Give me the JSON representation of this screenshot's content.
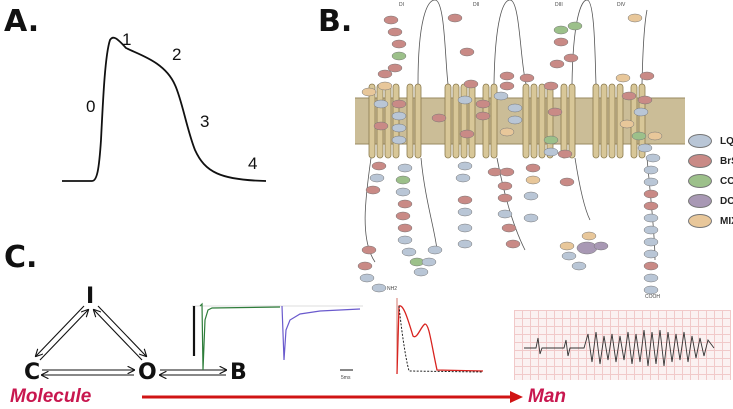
{
  "panels": {
    "a": {
      "label": "A.",
      "phases": [
        "0",
        "1",
        "2",
        "3",
        "4"
      ]
    },
    "b": {
      "label": "B.",
      "domains": [
        "DI",
        "DII",
        "DIII",
        "DIV"
      ],
      "termini": {
        "n": "NH2",
        "c": "COOH"
      },
      "legend": [
        {
          "name": "LQT",
          "color": "#b9c6d6"
        },
        {
          "name": "BrS",
          "color": "#c98a86"
        },
        {
          "name": "CCD",
          "color": "#9cc08a"
        },
        {
          "name": "DCM",
          "color": "#a898b4"
        },
        {
          "name": "MIX",
          "color": "#e8c79a"
        }
      ]
    },
    "c": {
      "label": "C.",
      "states": {
        "i": "I",
        "c": "C",
        "o": "O",
        "b": "B"
      },
      "scale_label": "5ms",
      "from_label": "Molecule",
      "to_label": "Man"
    }
  }
}
